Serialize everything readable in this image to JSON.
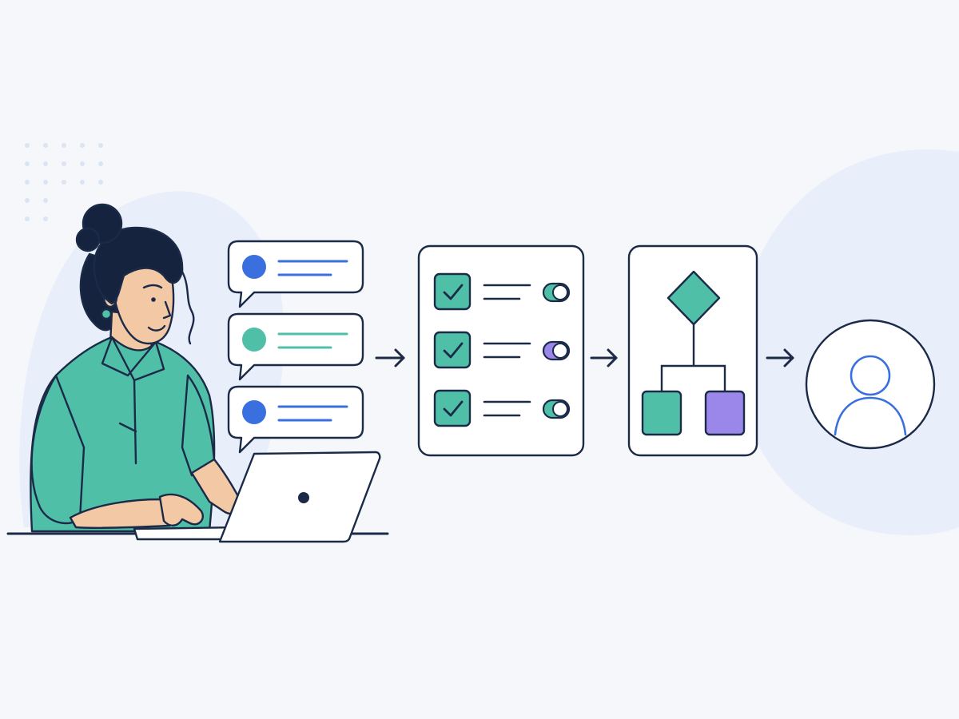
{
  "colors": {
    "background": "#f5f7fb",
    "blob": "#e8effa",
    "dots": "#dbe4f2",
    "outline": "#1b2a47",
    "teal": "#4fbfa8",
    "blue": "#3a6fe0",
    "purple": "#9b87ea",
    "skin": "#f3c8a4",
    "hair": "#15233f",
    "card": "#ffffff"
  },
  "stages": [
    {
      "id": "messages",
      "icons": [
        "chat-bubble-icon",
        "chat-bubble-icon",
        "chat-bubble-icon"
      ]
    },
    {
      "id": "checklist",
      "icons": [
        "checkbox-checked-icon",
        "checkbox-checked-icon",
        "checkbox-checked-icon",
        "toggle-icon"
      ]
    },
    {
      "id": "decision-flow",
      "icons": [
        "diamond-decision-icon",
        "branch-box-icon"
      ]
    },
    {
      "id": "user",
      "icons": [
        "user-avatar-icon"
      ]
    }
  ],
  "message_bubbles": [
    {
      "dot_color": "#3a6fe0",
      "line_color": "#3a6fe0"
    },
    {
      "dot_color": "#4fbfa8",
      "line_color": "#4fbfa8"
    },
    {
      "dot_color": "#3a6fe0",
      "line_color": "#3a6fe0"
    }
  ],
  "checklist_rows": [
    {
      "checked": true,
      "toggle_color": "#4fbfa8"
    },
    {
      "checked": true,
      "toggle_color": "#9b87ea"
    },
    {
      "checked": true,
      "toggle_color": "#4fbfa8"
    }
  ],
  "flow_boxes": [
    {
      "color": "#4fbfa8"
    },
    {
      "color": "#9b87ea"
    }
  ],
  "person": {
    "icon": "woman-with-laptop-illustration"
  }
}
